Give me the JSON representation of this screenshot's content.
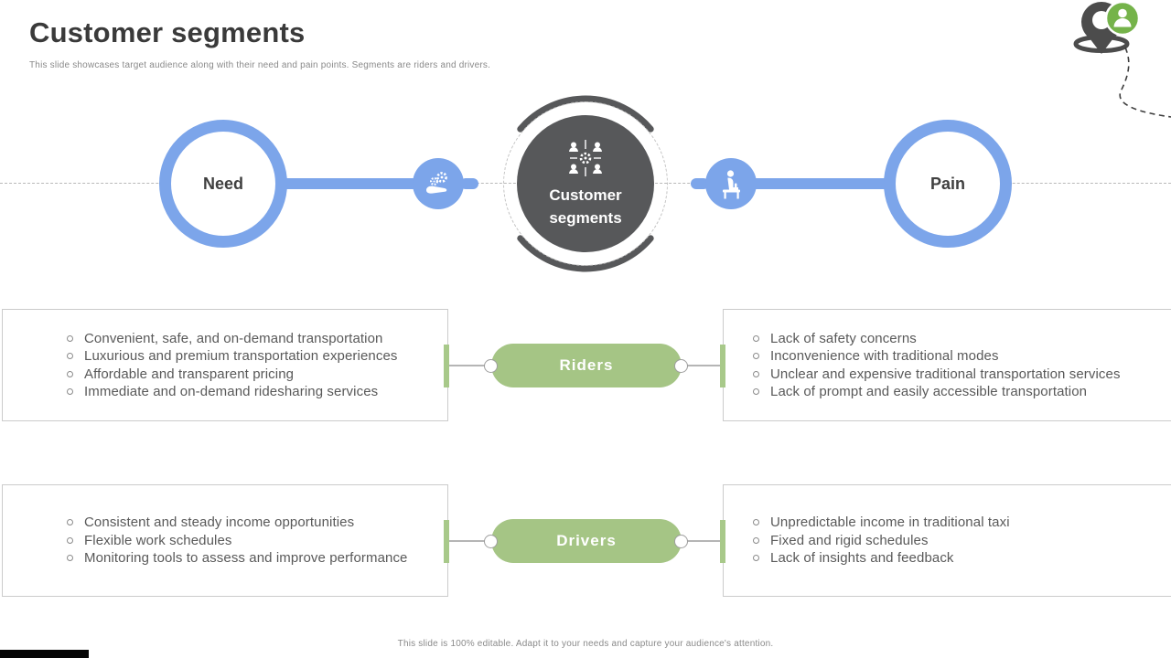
{
  "slide": {
    "title": "Customer segments",
    "subtitle": "This slide showcases target audience along with their need and pain points. Segments are riders and drivers.",
    "footer": "This slide is 100% editable. Adapt it to your needs and capture your audience's attention."
  },
  "diagram": {
    "left_node_label": "Need",
    "right_node_label": "Pain",
    "center_label_line1": "Customer",
    "center_label_line2": "segments"
  },
  "segments": [
    {
      "label": "Riders",
      "needs": [
        "Convenient, safe, and on-demand transportation",
        "Luxurious and premium transportation experiences",
        "Affordable and transparent pricing",
        "Immediate and on-demand ridesharing services"
      ],
      "pains": [
        "Lack of safety concerns",
        "Inconvenience  with traditional modes",
        "Unclear and expensive traditional transportation services",
        "Lack of prompt and easily accessible transportation"
      ]
    },
    {
      "label": "Drivers",
      "needs": [
        "Consistent and steady income opportunities",
        "Flexible work schedules",
        "Monitoring tools to assess and improve performance"
      ],
      "pains": [
        "Unpredictable income in traditional taxi",
        "Fixed and rigid schedules",
        "Lack of insights and feedback"
      ]
    }
  ],
  "icons": {
    "hand_gears": "hand-holding-gears",
    "waiting_passenger": "person-sitting-on-bench",
    "customer_group": "people-around-gear",
    "logo": "map-pin-with-person-badge"
  },
  "colors": {
    "blue": "#7ca5ea",
    "dark_gray": "#57585a",
    "green_pill": "#a5c585",
    "green_accent": "#a8c98a",
    "logo_green": "#75b34a",
    "text_gray": "#595959",
    "border_gray": "#cbcbcb"
  }
}
